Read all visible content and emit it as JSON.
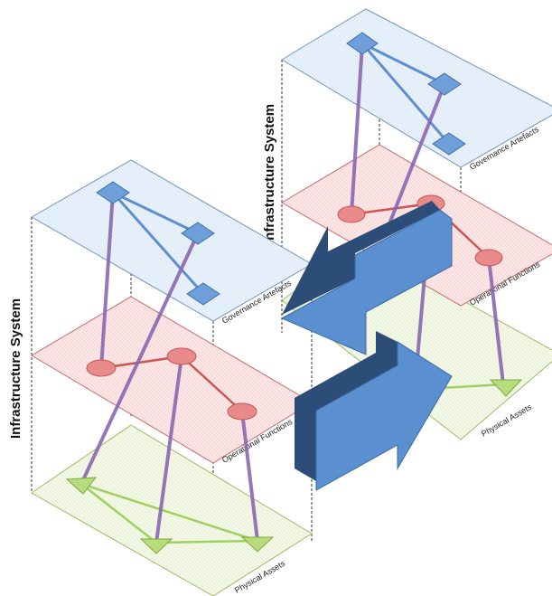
{
  "systems": [
    {
      "title": "Infrastructure System",
      "layers": {
        "governance": "Governance Artefacts",
        "operational": "Operational Functions",
        "physical": "Physical Assets"
      }
    },
    {
      "title": "Infrastructure System",
      "layers": {
        "governance": "Governance Artefacts",
        "operational": "Operational Functions",
        "physical": "Physical Assets"
      }
    }
  ],
  "colors": {
    "governance_fill": "#e8f1fa",
    "governance_edge": "#6f95c4",
    "operational_fill": "#fbe3e3",
    "operational_edge": "#c96a6a",
    "physical_fill": "#f2f7e4",
    "physical_edge": "#8fae58",
    "diamond": "#6e9fd8",
    "circle": "#e88a8a",
    "triangle": "#b6dc7c",
    "link": "#8e6bb0",
    "arrow_face": "#5a8fd0",
    "arrow_side": "#2c4d78"
  }
}
